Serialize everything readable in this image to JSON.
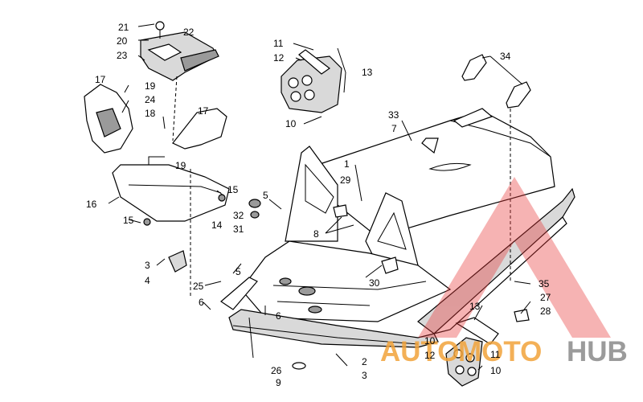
{
  "labels": {
    "l21": "21",
    "l20": "20",
    "l22": "22",
    "l23": "23",
    "l17a": "17",
    "l19a": "19",
    "l24": "24",
    "l18": "18",
    "l17b": "17",
    "l19b": "19",
    "l16": "16",
    "l15a": "15",
    "l15b": "15",
    "l14": "14",
    "l11a": "11",
    "l12a": "12",
    "l13a": "13",
    "l10a": "10",
    "l34": "34",
    "l33": "33",
    "l7": "7",
    "l1": "1",
    "l29": "29",
    "l5a": "5",
    "l32": "32",
    "l31": "31",
    "l8": "8",
    "l3a": "3",
    "l4": "4",
    "l5b": "5",
    "l25": "25",
    "l6a": "6",
    "l6b": "6",
    "l30": "30",
    "l35": "35",
    "l27": "27",
    "l28": "28",
    "l13b": "13",
    "l10b": "10",
    "l12b": "12",
    "l11b": "11",
    "l10c": "10",
    "l2": "2",
    "l3b": "3",
    "l26": "26",
    "l9": "9"
  },
  "watermark": {
    "part1": "AUTO",
    "part2": "MOTO",
    "part3": "HUB",
    "color_orange": "#f2a33a",
    "color_gray": "#8a8a8a",
    "color_triangle": "#e83a3a"
  }
}
